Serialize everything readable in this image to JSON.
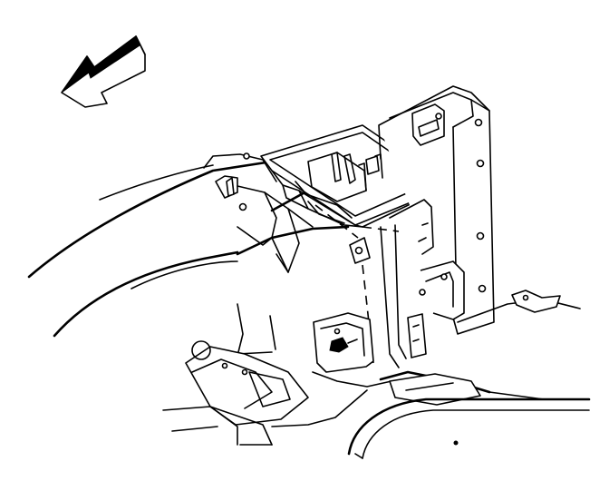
{
  "figure": {
    "kind": "exploded-parts-illustration",
    "style": "black line art on white",
    "colors": {
      "line": "#000000",
      "background": "#ffffff"
    },
    "direction_arrow": {
      "icon": "front-direction-arrow-icon",
      "points": "left-down"
    }
  }
}
